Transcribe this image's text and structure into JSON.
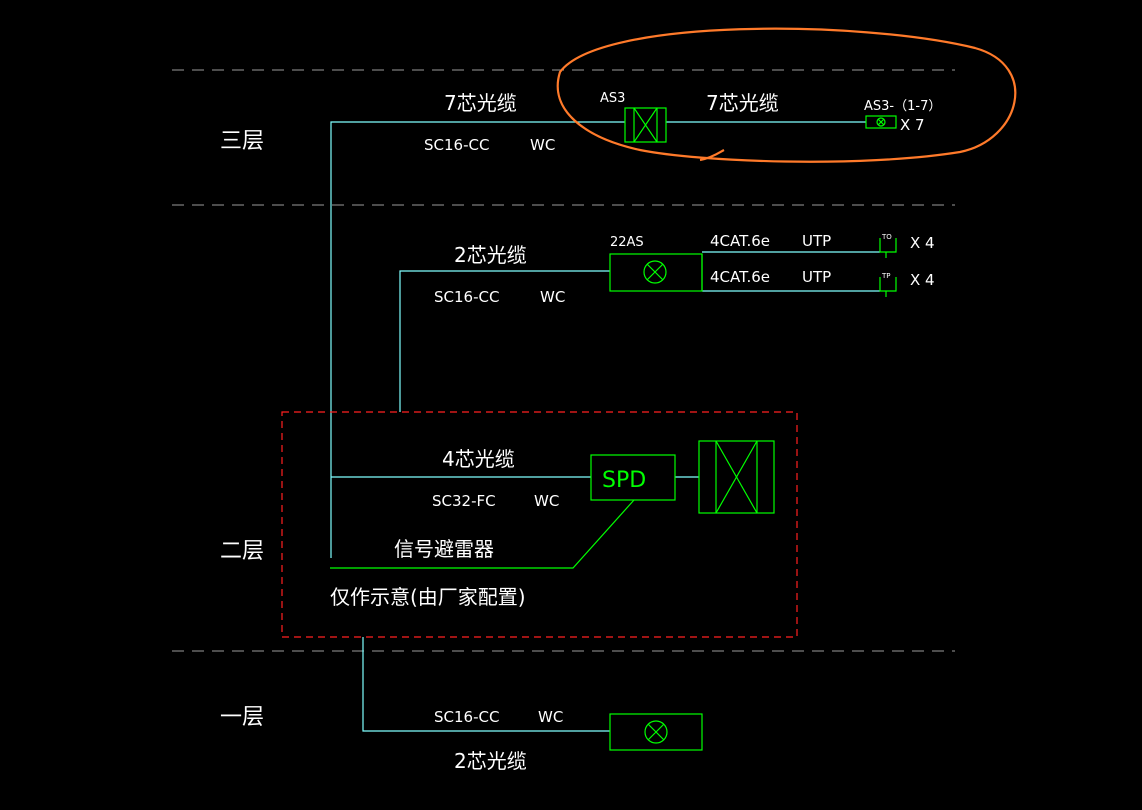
{
  "colors": {
    "background": "#000000",
    "text": "#ffffff",
    "cable": "#7fffff",
    "device": "#00ff00",
    "lead": "#00ff00",
    "floor_line": "#9a9a9a",
    "spd_box": "#ff2020",
    "highlight": "#ff7a2a"
  },
  "floors": {
    "third": "三层",
    "second": "二层",
    "first": "一层"
  },
  "third_floor": {
    "riser_cable": "7芯光缆",
    "riser_conduit": "SC16-CC",
    "riser_laying": "WC",
    "device_label": "AS3",
    "branch_cable": "7芯光缆",
    "outlet_label": "AS3-（1-7）",
    "outlet_count": "X 7"
  },
  "second_top": {
    "cable": "2芯光缆",
    "conduit": "SC16-CC",
    "laying": "WC",
    "device_label": "22AS",
    "row1_cable": "4CAT.6e",
    "row1_type": "UTP",
    "row1_outlet": "TO",
    "row1_count": "X 4",
    "row2_cable": "4CAT.6e",
    "row2_type": "UTP",
    "row2_outlet": "TP",
    "row2_count": "X 4"
  },
  "second_floor": {
    "cable": "4芯光缆",
    "conduit": "SC32-FC",
    "laying": "WC",
    "spd_label": "SPD",
    "note_title": "信号避雷器",
    "note_text": "仅作示意(由厂家配置)"
  },
  "first_floor": {
    "conduit": "SC16-CC",
    "laying": "WC",
    "cable": "2芯光缆"
  }
}
